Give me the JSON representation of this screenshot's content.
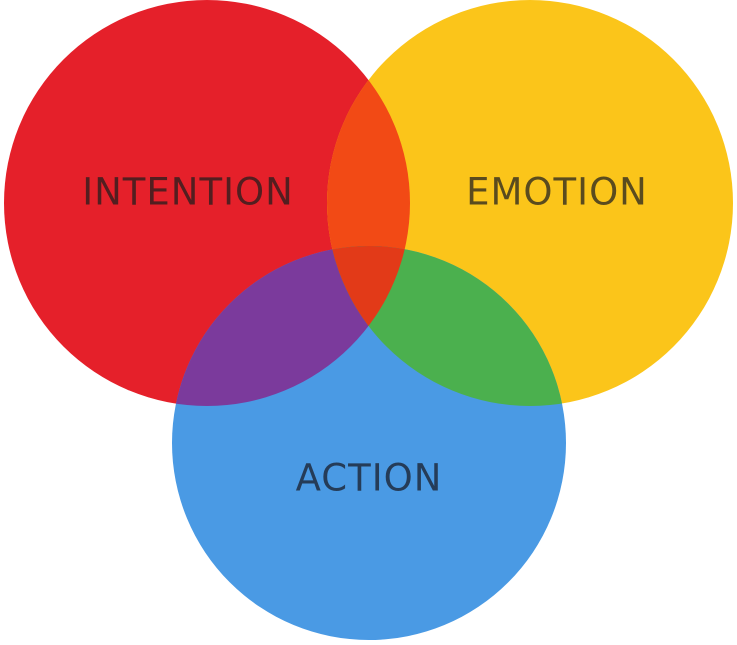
{
  "diagram": {
    "type": "venn",
    "sets": [
      {
        "id": "intention",
        "label": "INTENTION",
        "color": "#e5202a",
        "text_color": "#3a1f1f"
      },
      {
        "id": "emotion",
        "label": "EMOTION",
        "color": "#fbc51a",
        "text_color": "#3d3520"
      },
      {
        "id": "action",
        "label": "ACTION",
        "color": "#4a9ae4",
        "text_color": "#1f2c3f"
      }
    ],
    "overlap_colors": {
      "intention_emotion": "#f24a15",
      "intention_action": "#7b3a9c",
      "emotion_action": "#4bb04e",
      "all": "#e23a18"
    }
  }
}
